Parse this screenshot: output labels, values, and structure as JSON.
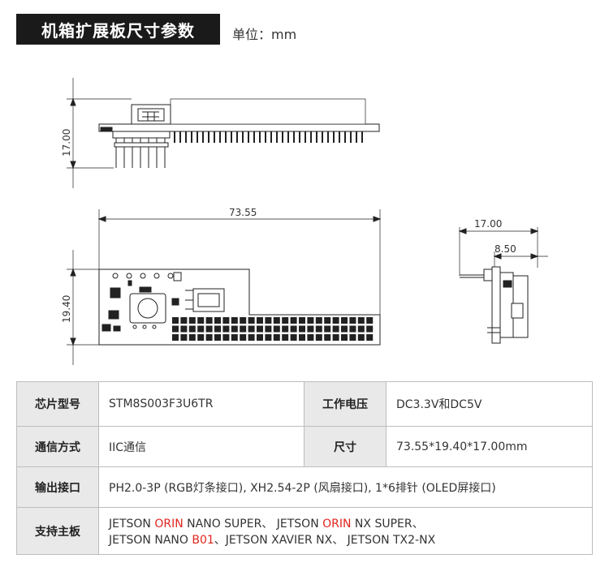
{
  "header": {
    "title": "机箱扩展板尺寸参数",
    "unit": "单位：mm"
  },
  "dimensions": {
    "height_side": "17.00",
    "length_top": "73.55",
    "width_front": "19.40",
    "depth_total": "17.00",
    "depth_half": "8.50"
  },
  "specs": {
    "chip_label": "芯片型号",
    "chip_value": "STM8S003F3U6TR",
    "voltage_label": "工作电压",
    "voltage_value": "DC3.3V和DC5V",
    "comm_label": "通信方式",
    "comm_value": "IIC通信",
    "size_label": "尺寸",
    "size_value": "73.55*19.40*17.00mm",
    "ports_label": "输出接口",
    "ports_value": "PH2.0-3P (RGB灯条接口), XH2.54-2P (风扇接口), 1*6排针 (OLED屏接口)",
    "boards_label": "支持主板",
    "boards_line1": {
      "a": "JETSON ",
      "b": "ORIN",
      "c": " NANO SUPER、 JETSON ",
      "d": "ORIN",
      "e": " NX SUPER、"
    },
    "boards_line2": {
      "a": "JETSON NANO ",
      "b": "B01",
      "c": "、JETSON XAVIER NX、 JETSON TX2-NX"
    }
  },
  "colors": {
    "highlight": "#e0261e",
    "title_bg": "#1a1a1a",
    "label_bg": "#e9e9e9"
  }
}
